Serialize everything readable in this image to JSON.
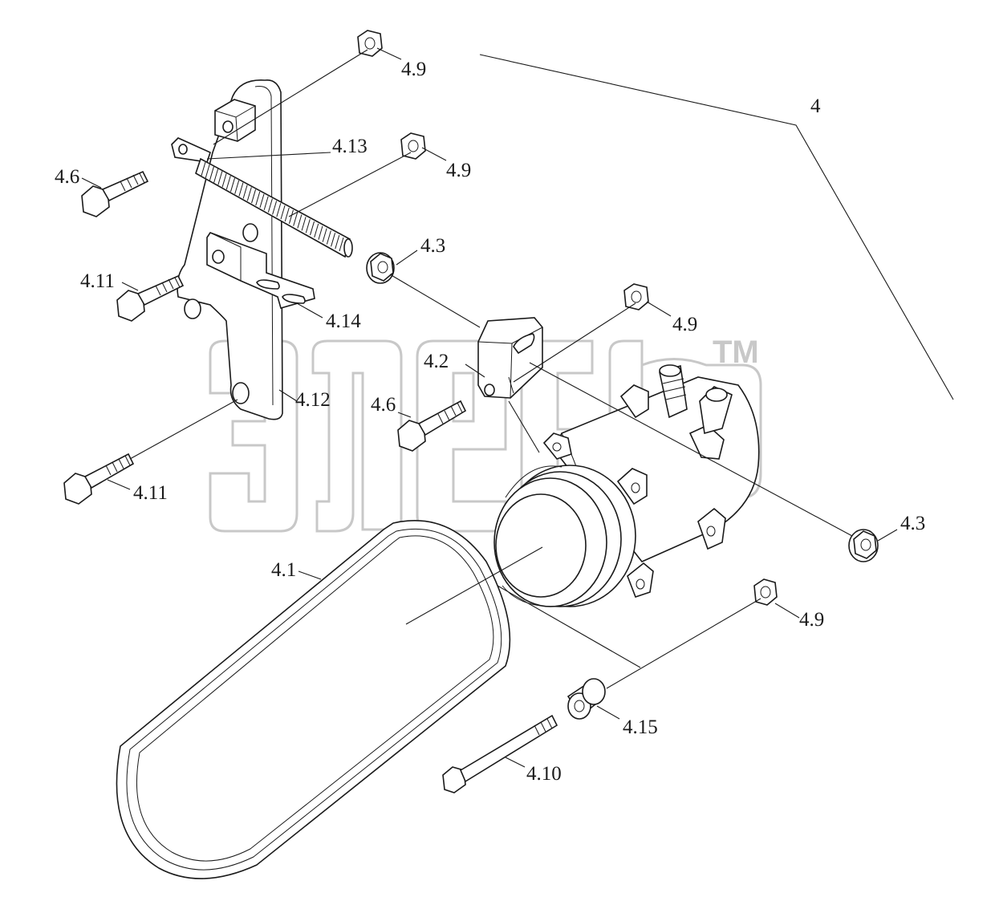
{
  "watermark": {
    "logo_text": "элеб",
    "trademark": "TM"
  },
  "labels": [
    {
      "id": "assembly",
      "text": "4"
    },
    {
      "id": "nut-top",
      "text": "4.9"
    },
    {
      "id": "nut-2",
      "text": "4.9"
    },
    {
      "id": "nut-3",
      "text": "4.9"
    },
    {
      "id": "nut-4",
      "text": "4.9"
    },
    {
      "id": "stud",
      "text": "4.13"
    },
    {
      "id": "bolt-upper",
      "text": "4.6"
    },
    {
      "id": "bolt-mid",
      "text": "4.6"
    },
    {
      "id": "flange-nut-1",
      "text": "4.3"
    },
    {
      "id": "flange-nut-2",
      "text": "4.3"
    },
    {
      "id": "bolt-11-a",
      "text": "4.11"
    },
    {
      "id": "bolt-11-b",
      "text": "4.11"
    },
    {
      "id": "plate",
      "text": "4.14"
    },
    {
      "id": "bracket-block",
      "text": "4.2"
    },
    {
      "id": "bracket-main",
      "text": "4.12"
    },
    {
      "id": "belt",
      "text": "4.1"
    },
    {
      "id": "spacer",
      "text": "4.15"
    },
    {
      "id": "long-bolt",
      "text": "4.10"
    }
  ]
}
